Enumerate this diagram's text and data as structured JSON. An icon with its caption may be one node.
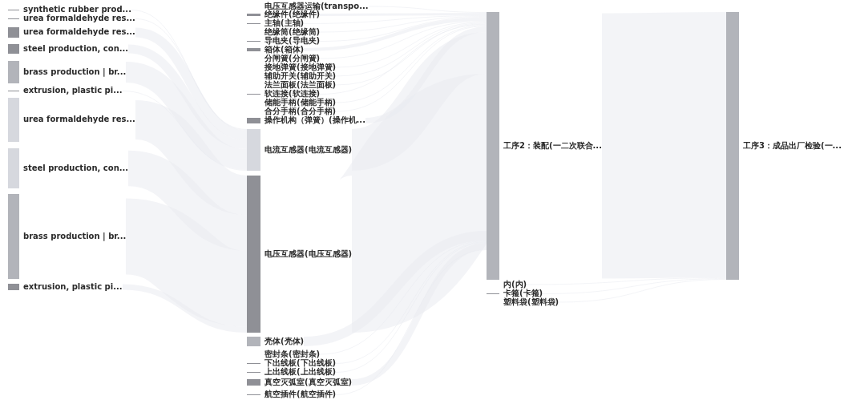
{
  "diagram": {
    "nodes": [
      {
        "text": [
          "synthetic rubber prod..."
        ]
      },
      {
        "text": [
          "urea formaldehyde res..."
        ]
      },
      {
        "text": [
          "urea formaldehyde res..."
        ]
      },
      {
        "text": [
          "steel production, con..."
        ]
      },
      {
        "text": [
          "brass production | br..."
        ]
      },
      {
        "text": [
          "extrusion, plastic pi..."
        ]
      },
      {
        "text": [
          "urea formaldehyde res..."
        ]
      },
      {
        "text": [
          "steel production, con..."
        ]
      },
      {
        "text": [
          "brass production | br..."
        ]
      },
      {
        "text": [
          "extrusion, plastic pi..."
        ]
      },
      {
        "text": [
          "电压互感器运输(transpo..."
        ]
      },
      {
        "text": [
          "绝缘件(绝缘件)"
        ]
      },
      {
        "text": [
          "主轴(主轴)"
        ]
      },
      {
        "text": [
          "绝缘筒(绝缘筒)"
        ]
      },
      {
        "text": [
          "导电夹(导电夹)"
        ]
      },
      {
        "text": [
          "箱体(箱体)"
        ]
      },
      {
        "text": [
          "分闸簧(分闸簧)"
        ]
      },
      {
        "text": [
          "接地弹簧(接地弹簧)"
        ]
      },
      {
        "text": [
          "辅助开关(辅助开关)"
        ]
      },
      {
        "text": [
          "法兰面板(法兰面板)"
        ]
      },
      {
        "text": [
          "软连接(软连接)"
        ]
      },
      {
        "text": [
          "储能手柄(储能手柄)"
        ]
      },
      {
        "text": [
          "合分手柄(合分手柄)"
        ]
      },
      {
        "text": [
          "操作机构（弹簧）(操作机..."
        ]
      },
      {
        "text": [
          "电流互感器(电流互感器)"
        ]
      },
      {
        "text": [
          "电压互感器(电压互感器)"
        ]
      },
      {
        "text": [
          "壳体(壳体)"
        ]
      },
      {
        "text": [
          "密封条(密封条)"
        ]
      },
      {
        "text": [
          "下出线板(下出线板)"
        ]
      },
      {
        "text": [
          "上出线板(上出线板)"
        ]
      },
      {
        "text": [
          "真空灭弧室(真空灭弧室)"
        ]
      },
      {
        "text": [
          "航空插件(航空插件)"
        ]
      },
      {
        "text": [
          "工序2：装配(一二次联合..."
        ]
      },
      {
        "text": [
          "内(内)"
        ]
      },
      {
        "text": [
          "卡箍(卡箍)"
        ]
      },
      {
        "text": [
          "塑料袋(塑料袋)"
        ]
      },
      {
        "text": [
          "工序3：成品出厂检验(一..."
        ]
      }
    ],
    "edges": [
      {
        "from": 0,
        "to": 24,
        "arrow": "none"
      },
      {
        "from": 1,
        "to": 24,
        "arrow": "none"
      },
      {
        "from": 2,
        "to": 24,
        "arrow": "none",
        "style": "thick"
      },
      {
        "from": 3,
        "to": 24,
        "arrow": "none",
        "style": "thick"
      },
      {
        "from": 4,
        "to": 24,
        "arrow": "none",
        "style": "thick"
      },
      {
        "from": 5,
        "to": 24,
        "arrow": "none"
      },
      {
        "from": 6,
        "to": 25,
        "arrow": "none",
        "style": "thick"
      },
      {
        "from": 7,
        "to": 25,
        "arrow": "none",
        "style": "thick"
      },
      {
        "from": 8,
        "to": 25,
        "arrow": "none",
        "style": "thick"
      },
      {
        "from": 9,
        "to": 25,
        "arrow": "none",
        "style": "thick"
      },
      {
        "from": 10,
        "to": 32,
        "arrow": "none"
      },
      {
        "from": 11,
        "to": 32,
        "arrow": "none",
        "style": "thick"
      },
      {
        "from": 12,
        "to": 32,
        "arrow": "none"
      },
      {
        "from": 13,
        "to": 32,
        "arrow": "none"
      },
      {
        "from": 14,
        "to": 32,
        "arrow": "none"
      },
      {
        "from": 15,
        "to": 32,
        "arrow": "none",
        "style": "thick"
      },
      {
        "from": 16,
        "to": 32,
        "arrow": "none"
      },
      {
        "from": 17,
        "to": 32,
        "arrow": "none"
      },
      {
        "from": 18,
        "to": 32,
        "arrow": "none"
      },
      {
        "from": 19,
        "to": 32,
        "arrow": "none"
      },
      {
        "from": 20,
        "to": 32,
        "arrow": "none"
      },
      {
        "from": 21,
        "to": 32,
        "arrow": "none"
      },
      {
        "from": 22,
        "to": 32,
        "arrow": "none"
      },
      {
        "from": 23,
        "to": 32,
        "arrow": "none",
        "style": "thick"
      },
      {
        "from": 24,
        "to": 32,
        "arrow": "none",
        "style": "thick"
      },
      {
        "from": 25,
        "to": 32,
        "arrow": "none",
        "style": "thick"
      },
      {
        "from": 26,
        "to": 32,
        "arrow": "none",
        "style": "thick"
      },
      {
        "from": 27,
        "to": 32,
        "arrow": "none"
      },
      {
        "from": 28,
        "to": 32,
        "arrow": "none"
      },
      {
        "from": 29,
        "to": 32,
        "arrow": "none"
      },
      {
        "from": 30,
        "to": 32,
        "arrow": "none",
        "style": "thick"
      },
      {
        "from": 31,
        "to": 32,
        "arrow": "none"
      },
      {
        "from": 32,
        "to": 36,
        "arrow": "none",
        "style": "thick"
      },
      {
        "from": 33,
        "to": 36,
        "arrow": "none"
      },
      {
        "from": 34,
        "to": 36,
        "arrow": "none"
      },
      {
        "from": 35,
        "to": 36,
        "arrow": "none"
      }
    ]
  }
}
